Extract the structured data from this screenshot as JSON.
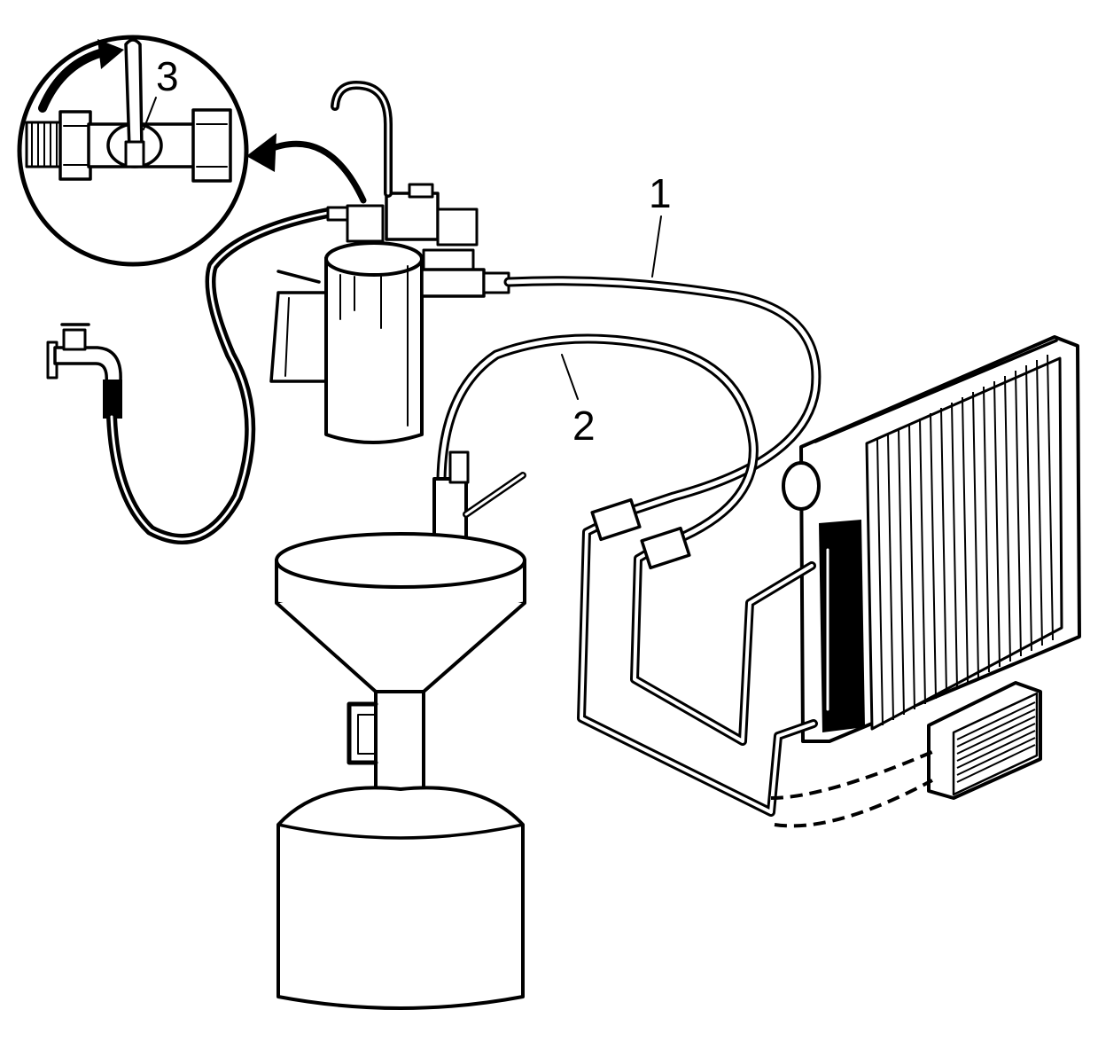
{
  "callouts": {
    "one": "1",
    "two": "2",
    "three": "3"
  },
  "colors": {
    "line": "#000000",
    "background": "#ffffff"
  },
  "icons": {
    "arrow": "curved-arrow-icon",
    "faucet": "water-faucet-icon"
  }
}
